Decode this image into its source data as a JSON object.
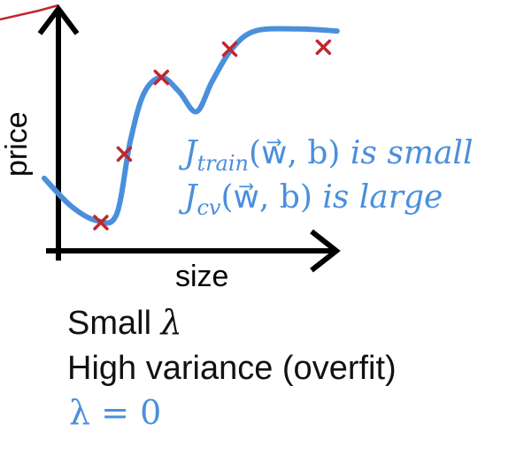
{
  "chart_data": {
    "type": "scatter",
    "xlabel": "size",
    "ylabel": "price",
    "points": [
      {
        "x": 1.45,
        "y": 0.7
      },
      {
        "x": 2.05,
        "y": 2.4
      },
      {
        "x": 3.0,
        "y": 4.3
      },
      {
        "x": 4.75,
        "y": 5.0
      },
      {
        "x": 7.15,
        "y": 5.05
      }
    ],
    "fit_curve": [
      [
        0.0,
        1.8
      ],
      [
        0.7,
        1.1
      ],
      [
        1.35,
        0.75
      ],
      [
        1.85,
        0.9
      ],
      [
        2.2,
        2.7
      ],
      [
        2.55,
        3.9
      ],
      [
        3.0,
        4.3
      ],
      [
        3.45,
        3.95
      ],
      [
        3.9,
        3.45
      ],
      [
        4.3,
        4.2
      ],
      [
        4.8,
        5.0
      ],
      [
        5.4,
        5.45
      ],
      [
        6.5,
        5.5
      ],
      [
        7.5,
        5.45
      ]
    ],
    "xlim": [
      0,
      7.8
    ],
    "ylim": [
      0,
      6
    ],
    "colors": {
      "points": "#c0272d",
      "curve": "#4a8fdc",
      "axes": "#000000"
    }
  },
  "annotations": {
    "jtrain_sub": "train",
    "jcv_sub": "cv",
    "args": "(w⃗, b)",
    "small": "is small",
    "large": "is large",
    "j_letter": "J"
  },
  "captions": {
    "small_prefix": "Small",
    "lambda": "λ",
    "variance": "High variance (overfit)",
    "lambda_eq": "λ = 0"
  }
}
